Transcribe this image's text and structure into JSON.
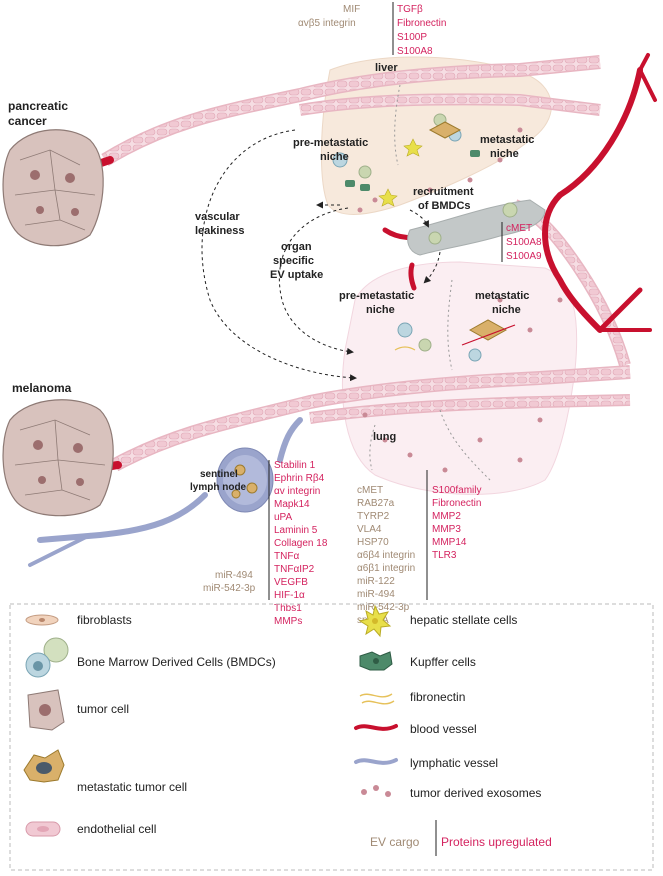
{
  "organs": {
    "pancreatic_cancer": [
      "pancreatic",
      "cancer"
    ],
    "melanoma": "melanoma",
    "liver": "liver",
    "lung": "lung",
    "sentinel_lymph_node": [
      "sentinel",
      "lymph node"
    ]
  },
  "labels": {
    "liver_pre_metastatic": [
      "pre-metastatic",
      "niche"
    ],
    "liver_metastatic": [
      "metastatic",
      "niche"
    ],
    "lung_pre_metastatic": [
      "pre-metastatic",
      "niche"
    ],
    "lung_metastatic": [
      "metastatic",
      "niche"
    ],
    "vascular_leakiness": [
      "vascular",
      "leakiness"
    ],
    "organ_specific_uptake": [
      "organ",
      "specific",
      "EV uptake"
    ],
    "recruitment_bmdcs": [
      "recruitment",
      "of BMDCs"
    ]
  },
  "top_cargo": {
    "ev_cargo": [
      "MIF",
      "αvβ5 integrin"
    ],
    "proteins_upregulated": [
      "TGFβ",
      "Fibronectin",
      "S100P",
      "S100A8"
    ]
  },
  "bmdc_proteins": [
    "cMET",
    "S100A8",
    "S100A9"
  ],
  "lymph_node_cargo": [
    "miR-494",
    "miR-542-3p"
  ],
  "lymph_node_proteins": [
    "Stabilin 1",
    "Ephrin Rβ4",
    "αv integrin",
    "Mapk14",
    "uPA",
    "Laminin 5",
    "Collagen 18",
    "TNFα",
    "TNFαIP2",
    "VEGFB",
    "HIF-1α",
    "Thbs1",
    "MMPs"
  ],
  "lung_cargo": [
    "cMET",
    "RAB27a",
    "TYRP2",
    "VLA4",
    "HSP70",
    "α6β4 integrin",
    "α6β1 integrin",
    "miR-122",
    "miR-494",
    "miR-542-3p",
    "snRNA"
  ],
  "lung_proteins": [
    "S100family",
    "Fibronectin",
    "MMP2",
    "MMP3",
    "MMP14",
    "TLR3"
  ],
  "legend": {
    "fibroblasts": "fibroblasts",
    "bmdcs": "Bone Marrow Derived Cells (BMDCs)",
    "tumor_cell": "tumor cell",
    "metastatic_tumor_cell": "metastatic tumor cell",
    "endothelial_cell": "endothelial cell",
    "hepatic_stellate": "hepatic stellate cells",
    "kupffer": "Kupffer cells",
    "fibronectin": "fibronectin",
    "blood_vessel": "blood vessel",
    "lymphatic_vessel": "lymphatic vessel",
    "exosomes": "tumor derived exosomes",
    "ev_cargo": "EV cargo",
    "proteins_upregulated": "Proteins upregulated"
  },
  "colors": {
    "cargo": "#a08a74",
    "proteins": "#d4235f",
    "blood_vessel": "#c8102e",
    "lymphatic": "#9aa4cc",
    "liver": "#f7e9dc",
    "lung": "#fbeef2",
    "tumor": "#d8c2bd"
  }
}
